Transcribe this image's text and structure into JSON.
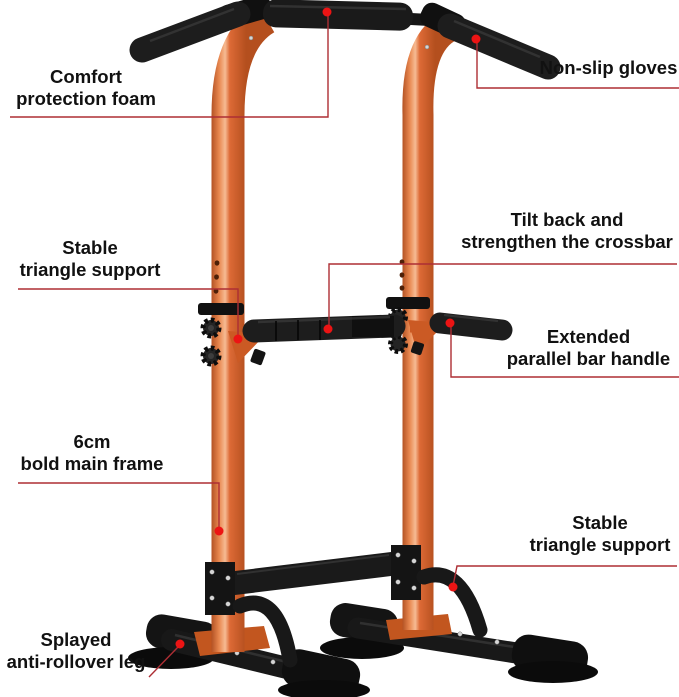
{
  "image_type": "annotated-product-diagram",
  "subject_description": "Power tower dip station with orange steel main frame, black foam grips, adjustment knobs and black splayed base legs with suction feet",
  "colors": {
    "frame_orange": "#d4632f",
    "accent_black": "#1b1b1b",
    "leader_red": "#ad2e34",
    "dot_red": "#ec1414",
    "label_text": "#111111",
    "background": "#ffffff"
  },
  "labels": {
    "comfort": {
      "line1": "Comfort",
      "line2": "protection foam"
    },
    "nonslip": {
      "line1": "Non-slip gloves"
    },
    "stable_left": {
      "line1": "Stable",
      "line2": "triangle support"
    },
    "tilt": {
      "line1": "Tilt back and",
      "line2": "strengthen the crossbar"
    },
    "extended": {
      "line1": "Extended",
      "line2": "parallel bar handle"
    },
    "mainframe": {
      "line1": "6cm",
      "line2": "bold main frame"
    },
    "stable_right": {
      "line1": "Stable",
      "line2": "triangle support"
    },
    "splayed": {
      "line1": "Splayed",
      "line2": "anti-rollover leg"
    }
  }
}
